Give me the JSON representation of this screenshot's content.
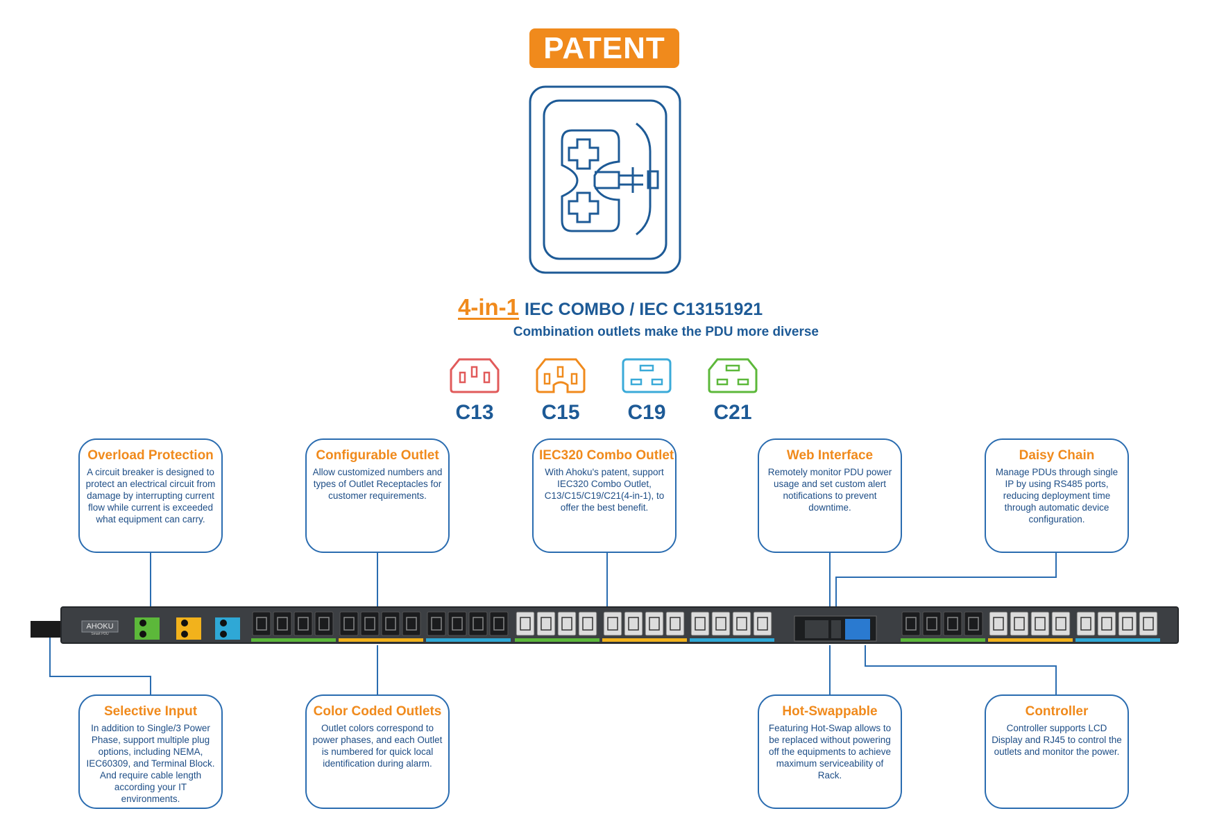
{
  "badge": {
    "label": "PATENT"
  },
  "headline": {
    "highlight": "4-in-1",
    "title": "IEC COMBO / IEC C13151921",
    "subtitle": "Combination outlets make the PDU more diverse"
  },
  "outlet_types": [
    {
      "label": "C13",
      "color": "#e15a5a"
    },
    {
      "label": "C15",
      "color": "#f08a1c"
    },
    {
      "label": "C19",
      "color": "#3aaad8"
    },
    {
      "label": "C21",
      "color": "#5cb83a"
    }
  ],
  "features": {
    "overload_protection": {
      "title": "Overload Protection",
      "text": "A circuit breaker is designed to protect an electrical circuit from damage by interrupting current flow while current  is exceeded what equipment can carry."
    },
    "configurable_outlet": {
      "title": "Configurable Outlet",
      "text": "Allow customized numbers and types of Outlet Receptacles for customer requirements."
    },
    "iec320_combo": {
      "title": "IEC320 Combo Outlet",
      "text": "With Ahoku's patent, support IEC320 Combo Outlet, C13/C15/C19/C21(4-in-1), to offer the best benefit."
    },
    "web_interface": {
      "title": "Web Interface",
      "text": "Remotely monitor PDU power usage and  set custom alert notifications to prevent downtime."
    },
    "daisy_chain": {
      "title": "Daisy Chain",
      "text": "Manage PDUs through single IP by using RS485 ports, reducing deployment time through automatic device configuration."
    },
    "selective_input": {
      "title": "Selective Input",
      "text": "In addition to Single/3 Power Phase, support multiple plug options, including NEMA, IEC60309, and Terminal Block. And require cable length according your IT environments."
    },
    "color_coded": {
      "title": "Color Coded Outlets",
      "text": "Outlet colors correspond to power phases, and each Outlet is numbered for quick local identification during alarm."
    },
    "hot_swappable": {
      "title": "Hot-Swappable",
      "text": "Featuring Hot-Swap allows to be replaced without powering off the equipments to achieve maximum serviceability of Rack."
    },
    "controller": {
      "title": "Controller",
      "text": "Controller supports LCD Display and RJ45 to control the outlets and monitor the power."
    }
  },
  "pdu": {
    "brand": "AHOKU",
    "model": "Smart PDU"
  },
  "colors": {
    "accent": "#f08a1c",
    "primary": "#1d5a96",
    "border": "#2a6cb0",
    "phase_green": "#5cb83a",
    "phase_yellow": "#f2b21c",
    "phase_blue": "#2fa8d6"
  }
}
